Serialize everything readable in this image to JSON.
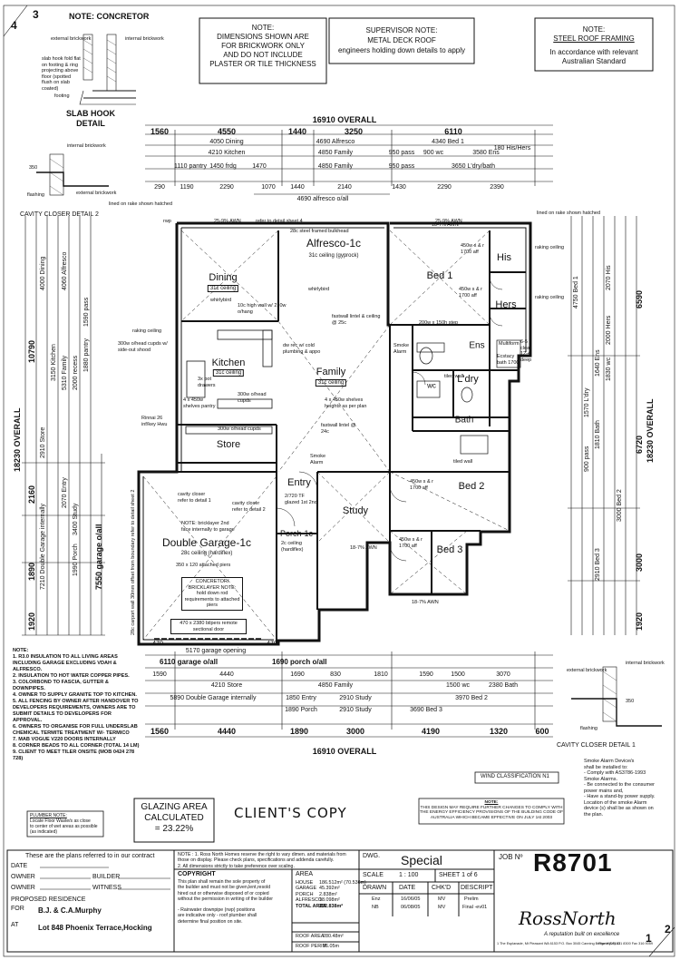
{
  "sheet_corners": {
    "top_left_a": "3",
    "top_left_b": "4",
    "bottom_right_a": "1",
    "bottom_right_b": "2"
  },
  "note_concretor": {
    "title": "NOTE: CONCRETOR",
    "labels": [
      "external brickwork",
      "internal brickwork",
      "slab hook fold flat on footing & ring projecting above floor (spotted flush on slab coated)",
      "footing"
    ]
  },
  "note_dimensions": {
    "lines": [
      "NOTE:",
      "DIMENSIONS SHOWN ARE",
      "FOR BRICKWORK ONLY",
      "AND DO NOT INCLUDE",
      "PLASTER OR TILE THICKNESS"
    ]
  },
  "note_supervisor": {
    "lines": [
      "SUPERVISOR NOTE:",
      "METAL DECK ROOF",
      "engineers holding down details to apply"
    ]
  },
  "note_steel": {
    "lines": [
      "NOTE:",
      "STEEL ROOF FRAMING",
      "In accordance with relevant",
      "Australian Standard"
    ]
  },
  "slab_hook": {
    "title": "SLAB HOOK",
    "subtitle": "DETAIL"
  },
  "cavity_closer_2": {
    "title": "CAVITY CLOSER DETAIL 2",
    "labels": [
      "internal brickwork",
      "external brickwork",
      "flashing",
      "350"
    ]
  },
  "cavity_closer_1": {
    "title": "CAVITY CLOSER DETAIL 1",
    "labels": [
      "internal brickwork",
      "external brickwork",
      "flashing",
      "350"
    ]
  },
  "top_dims": {
    "overall": "16910 OVERALL",
    "row1": [
      "1560",
      "4550",
      "1440",
      "3250",
      "6110"
    ],
    "row2": [
      "4050 Dining",
      "4690 Alfresco",
      "4340 Bed 1",
      "180 His/Hers"
    ],
    "row3": [
      "4210 Kitchen",
      "4850 Family",
      "950 pass",
      "900 wc",
      "3580 Ens"
    ],
    "row4": [
      "1110 pantry",
      "1450 frdg",
      "1470",
      "4850 Family",
      "950 pass",
      "3650 L'dry/bath"
    ],
    "row5": [
      "290",
      "1190",
      "2290",
      "1070",
      "1440",
      "2140",
      "1430",
      "2290",
      "2390"
    ],
    "alfresco_o_all": "4690 alfresco o/all"
  },
  "bottom_dims": {
    "overall": "16910 OVERALL",
    "garage_o_all": "6110 garage o/all",
    "porch_o_all": "1690 porch o/all",
    "garage_opening": "5170 garage opening",
    "row1": [
      "470",
      "5170",
      "470"
    ],
    "row2": [
      "1590",
      "4440",
      "1690",
      "830",
      "1810",
      "1590",
      "1500",
      "3070"
    ],
    "row3": [
      "4210 Store",
      "4850 Family",
      "1500 wc",
      "2380 Bath"
    ],
    "row4": [
      "5890 Double Garage internally",
      "1850 Entry",
      "2910 Study",
      "3970 Bed 2"
    ],
    "row5": [
      "1890 Porch",
      "2910 Study",
      "3690 Bed 3"
    ],
    "row6": [
      "1560",
      "4440",
      "1890",
      "3000",
      "4190",
      "1320",
      "600"
    ]
  },
  "left_dims": {
    "overall": "18230 OVERALL",
    "garage_o_all": "7550 garage o/all",
    "parts": [
      "10790",
      "2160",
      "1890",
      "1920"
    ],
    "labels": [
      "4000 Dining",
      "3150 Kitchen",
      "2910 Store",
      "7210 Double Garage internally",
      "1990 Porch",
      "2070 Entry",
      "3400 Study",
      "4060 Alfresco",
      "5310 Family",
      "2000 recess",
      "1880 pantry",
      "1590 pass"
    ]
  },
  "right_dims": {
    "overall": "18230 OVERALL",
    "parts": [
      "6590",
      "6720",
      "3000",
      "1920"
    ],
    "labels": [
      "4750 Bed 1",
      "2070 His",
      "2000 Hers",
      "1640 Ens",
      "1830 wc",
      "1570 L'dry",
      "1810 Bath",
      "3000 Bed 2",
      "2910 Bed 3",
      "900 pass"
    ]
  },
  "rooms": {
    "alfresco": "Alfresco-1c",
    "alfresco_sub": "31c ceiling (gyprock)",
    "dining": "Dining",
    "dining_sub": "31c ceiling",
    "kitchen": "Kitchen",
    "kitchen_sub": "31c ceiling",
    "family": "Family",
    "family_sub": "31c ceiling",
    "store": "Store",
    "entry": "Entry",
    "study": "Study",
    "porch": "Porch-1c",
    "garage": "Double Garage-1c",
    "garage_sub": "28c ceiling (hardiflex)",
    "bed1": "Bed 1",
    "bed2": "Bed 2",
    "bed3": "Bed 3",
    "his": "His",
    "hers": "Hers",
    "ens": "Ens",
    "ldry": "L'dry",
    "bath": "Bath",
    "wc": "wc"
  },
  "plan_notes": [
    "rwp",
    "25-9% AWN",
    "refer to detail sheet 4",
    "28c steel framed bulkhead",
    "lined on rake shown hatched",
    "raking ceiling",
    "whirlybird",
    "10c high wall w/ 210w o/hang",
    "300w o/head cupds w/ side-out shood",
    "3x pot drawers",
    "4 x 450w shelves pantry",
    "300w o/head cupds",
    "Rinnai 26 inf/key Hwu",
    "fastwall lintel & ceiling @ 25c",
    "dw rec w/ cold plumbing & appo",
    "fastwall lintel @ 24c",
    "Smoke Alarm",
    "4 x 450w shelves heights as per plan",
    "NOTE: bricklayer 2nd face internally to garage",
    "cavity closer refer to detail 2",
    "cavity closer refer to detail 1",
    "350 x 120 attached piers",
    "CONCRETOR/ BRICKLAYER NOTE: hold down rod requirements to attached piers",
    "470 x 2380 bilpers remote sectional door",
    "450w s & r 1700 aff",
    "200w x 150h step",
    "Ecstacy bath 1700",
    "Multiform",
    "tiled wall",
    "18-7% AWN",
    "6-5 clear 12-4 deep",
    "2c ceiling (hardiflex)",
    "2/720 TF glazed 1st 2nd",
    "28c carport wall 30mm offset from boundary refer to detail sheet 2",
    "pier"
  ],
  "general_notes": [
    "NOTE:",
    "1. R3.0 INSULATION TO ALL LIVING AREAS INCLUDING GARAGE EXCLUDING VDAH & ALFRESCO.",
    "2. INSULATION TO HOT WATER COPPER PIPES.",
    "3. COLORBOND TO FASCIA, GUTTER & DOWNPIPES.",
    "4. OWNER TO SUPPLY GRANITE TOP TO KITCHEN.",
    "5. ALL FENCING BY OWNER AFTER HANDOVER TO DEVELOPERS REQUIREMENTS, OWNERS ARE TO SUBMIT DETAILS TO DEVELOPERS FOR APPROVAL.",
    "6. OWNERS TO ORGANISE FOR FULL UNDERSLAB CHEMICAL TERMITE TREATMENT W/- TERMICO",
    "7. MAB VOGUE V220 DOORS INTERNALLY",
    "8. CORNER BEADS TO ALL CORNER (TOTAL 14 LM)",
    "9. CLIENT TO MEET TILER ONSITE (MOB 0424 278 728)"
  ],
  "smoke_note": [
    "Smoke Alarm Device/s",
    "shall be installed to:",
    "- Comply with AS3786-1993",
    "Smoke Alarms.",
    "- Be connected to the consumer",
    "power mains and,",
    "- Have a stand-by power supply.",
    "Location of the smoke Alarm",
    "device (s) shall be as shown on",
    "the plan."
  ],
  "wind": "WIND CLASSIFICATION N1",
  "plumber_note": [
    "PLUMBER NOTE:",
    "Locate Floor Waste/s as close",
    "to center of wet areas as possible",
    "(as indicated)"
  ],
  "glazing": {
    "title": "GLAZING AREA",
    "subtitle": "CALCULATED",
    "value": "= 23.22%"
  },
  "clients_copy": "CLIENT'S COPY",
  "design_note": {
    "title": "NOTE:",
    "text": "THIS DESIGN MAY REQUIRE FURTHER CHANGES TO COMPLY WITH THE ENERGY EFFICIENCY PROVISIONS OF THE BUILDING CODE OF AUSTRALIA WHICH BECAME EFFECTIVE ON JULY 1st 2003"
  },
  "title_block": {
    "contract_text": "These are the plans referred to in our contract",
    "date_label": "DATE",
    "owner_label": "OWNER",
    "builder_label": "BUILDER",
    "witness_label": "WITNESS",
    "proposed": "PROPOSED RESIDENCE",
    "for_label": "FOR",
    "for_value": "B.J. & C.A.Murphy",
    "at_label": "AT",
    "at_value": "Lot  848 Phoenix Terrace,Hocking",
    "note_text": [
      "NOTE : 1. Ross North Homes reserve the right to vary dimen. and materials from",
      "those on display. Please check plans, specifications and addenda carefully.",
      "2. All dimensions strictly to take preference over scaling."
    ],
    "copyright_title": "COPYRIGHT",
    "copyright_text": [
      "This plan shall remain the sole property of",
      "the builder and must not be given,lent,resold",
      "hired out or otherwise disposed of or copied",
      "without the permission in writing of the builder"
    ],
    "downpipe_text": [
      "- Rainwater downpipe (rwp) positions",
      "are indicative only - roof plumber shall",
      "determine final position on site."
    ],
    "area_title": "AREA",
    "area_rows": [
      [
        "HOUSE",
        "186.512m²",
        "(70.536m)"
      ],
      [
        "GARAGE",
        "45.392m²",
        ""
      ],
      [
        "PORCH",
        "2.838m²",
        ""
      ],
      [
        "ALFRESCO",
        "18.098m²",
        ""
      ],
      [
        "TOTAL AREA",
        "252.838m²",
        ""
      ]
    ],
    "roof_area": [
      "ROOF AREA",
      "280.48m²"
    ],
    "roof_perim": [
      "ROOF PERIM",
      "76.05m"
    ],
    "dwg_label": "DWG.",
    "dwg_value": "Special",
    "scale_label": "SCALE",
    "scale_value": "1 : 100",
    "sheet_value": "SHEET 1 of 6",
    "headers": [
      "DRAWN",
      "DATE",
      "CHK'D",
      "DESCRIPT"
    ],
    "rows": [
      [
        "Enz",
        "16/06/05",
        "MV",
        "Prelim"
      ],
      [
        "NB",
        "06/08/05",
        "MV",
        "Final -ev01"
      ]
    ],
    "job_label": "JOB Nº",
    "job_value": "R8701",
    "logo": "RossNorth",
    "tagline": "A reputation built on excellence",
    "address_small": "1 The Esplanade, Mt Pleasant WA 6153  P.O. Box 3045 Canning Bridge WA 6153",
    "phone_small": "Phone (08) 431 8300  Fax 316 9059"
  }
}
